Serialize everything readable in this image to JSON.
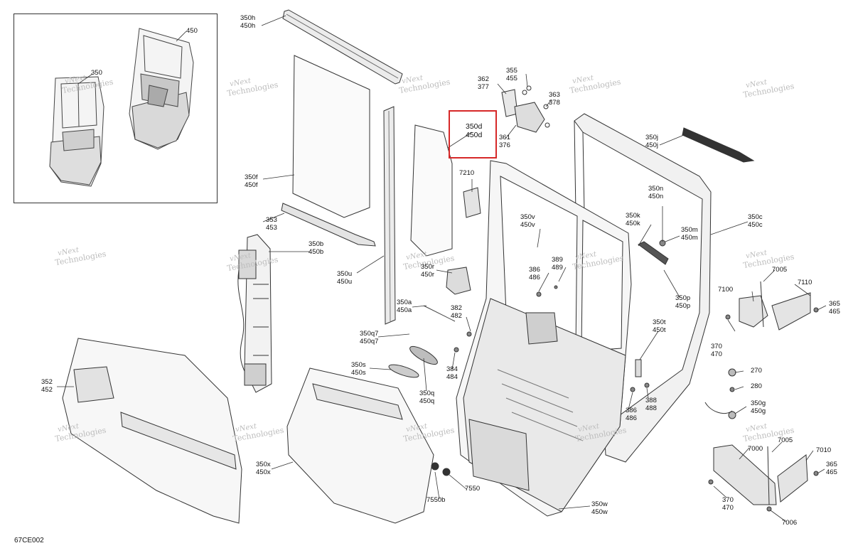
{
  "diagram_code": "67CE002",
  "watermark": {
    "line1": "vNext",
    "line2": "Technologies"
  },
  "highlight_color": "#d62828",
  "callouts": [
    {
      "id": "350h",
      "l1": "350h",
      "l2": "450h"
    },
    {
      "id": "450",
      "l1": "450",
      "l2": ""
    },
    {
      "id": "350",
      "l1": "350",
      "l2": ""
    },
    {
      "id": "355",
      "l1": "355",
      "l2": "455"
    },
    {
      "id": "362",
      "l1": "362",
      "l2": "377"
    },
    {
      "id": "363",
      "l1": "363",
      "l2": "378"
    },
    {
      "id": "350d",
      "l1": "350d",
      "l2": "450d"
    },
    {
      "id": "361",
      "l1": "361",
      "l2": "376"
    },
    {
      "id": "350j",
      "l1": "350j",
      "l2": "450j"
    },
    {
      "id": "350f",
      "l1": "350f",
      "l2": "450f"
    },
    {
      "id": "7210",
      "l1": "7210",
      "l2": ""
    },
    {
      "id": "350n",
      "l1": "350n",
      "l2": "450n"
    },
    {
      "id": "350k",
      "l1": "350k",
      "l2": "450k"
    },
    {
      "id": "350c",
      "l1": "350c",
      "l2": "450c"
    },
    {
      "id": "353",
      "l1": "353",
      "l2": "453"
    },
    {
      "id": "350v",
      "l1": "350v",
      "l2": "450v"
    },
    {
      "id": "350m",
      "l1": "350m",
      "l2": "450m"
    },
    {
      "id": "350b",
      "l1": "350b",
      "l2": "450b"
    },
    {
      "id": "389",
      "l1": "389",
      "l2": "489"
    },
    {
      "id": "350r",
      "l1": "350r",
      "l2": "450r"
    },
    {
      "id": "386a",
      "l1": "386",
      "l2": "486"
    },
    {
      "id": "7005a",
      "l1": "7005",
      "l2": ""
    },
    {
      "id": "350u",
      "l1": "350u",
      "l2": "450u"
    },
    {
      "id": "7100",
      "l1": "7100",
      "l2": ""
    },
    {
      "id": "7110",
      "l1": "7110",
      "l2": ""
    },
    {
      "id": "350p",
      "l1": "350p",
      "l2": "450p"
    },
    {
      "id": "365a",
      "l1": "365",
      "l2": "465"
    },
    {
      "id": "350a",
      "l1": "350a",
      "l2": "450a"
    },
    {
      "id": "382",
      "l1": "382",
      "l2": "482"
    },
    {
      "id": "350t",
      "l1": "350t",
      "l2": "450t"
    },
    {
      "id": "370a",
      "l1": "370",
      "l2": "470"
    },
    {
      "id": "350q7",
      "l1": "350q7",
      "l2": "450q7"
    },
    {
      "id": "384",
      "l1": "384",
      "l2": "484"
    },
    {
      "id": "270",
      "l1": "270",
      "l2": ""
    },
    {
      "id": "350s",
      "l1": "350s",
      "l2": "450s"
    },
    {
      "id": "352",
      "l1": "352",
      "l2": "452"
    },
    {
      "id": "280",
      "l1": "280",
      "l2": ""
    },
    {
      "id": "350q",
      "l1": "350q",
      "l2": "450q"
    },
    {
      "id": "388",
      "l1": "388",
      "l2": "488"
    },
    {
      "id": "386b",
      "l1": "386",
      "l2": "486"
    },
    {
      "id": "350g",
      "l1": "350g",
      "l2": "450g"
    },
    {
      "id": "7000",
      "l1": "7000",
      "l2": ""
    },
    {
      "id": "7005b",
      "l1": "7005",
      "l2": ""
    },
    {
      "id": "7010",
      "l1": "7010",
      "l2": ""
    },
    {
      "id": "365b",
      "l1": "365",
      "l2": "465"
    },
    {
      "id": "350x",
      "l1": "350x",
      "l2": "450x"
    },
    {
      "id": "7550",
      "l1": "7550",
      "l2": ""
    },
    {
      "id": "7550b",
      "l1": "7550b",
      "l2": ""
    },
    {
      "id": "370b",
      "l1": "370",
      "l2": "470"
    },
    {
      "id": "350w",
      "l1": "350w",
      "l2": "450w"
    },
    {
      "id": "7006",
      "l1": "7006",
      "l2": ""
    }
  ]
}
